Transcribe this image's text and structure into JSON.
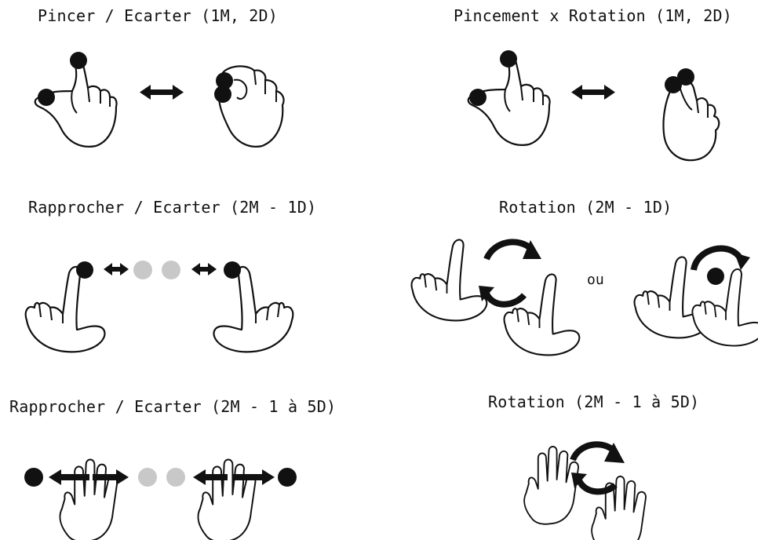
{
  "gestures": [
    {
      "id": "pinch-spread",
      "title": "Pincer / Ecarter (1M, 2D)"
    },
    {
      "id": "pinch-rotate",
      "title": "Pincement x Rotation (1M, 2D)"
    },
    {
      "id": "approach-spread-1d",
      "title": "Rapprocher / Ecarter (2M - 1D)"
    },
    {
      "id": "rotation-1d",
      "title": "Rotation (2M - 1D)",
      "separator": "ou"
    },
    {
      "id": "approach-spread-5d",
      "title": "Rapprocher / Ecarter (2M - 1 à 5D)"
    },
    {
      "id": "rotation-5d",
      "title": "Rotation (2M - 1 à 5D)"
    }
  ],
  "colors": {
    "ink": "#111111",
    "hand_fill": "#ffffff",
    "touch_point": "#111111",
    "ghost_point": "#c8c8c8"
  }
}
